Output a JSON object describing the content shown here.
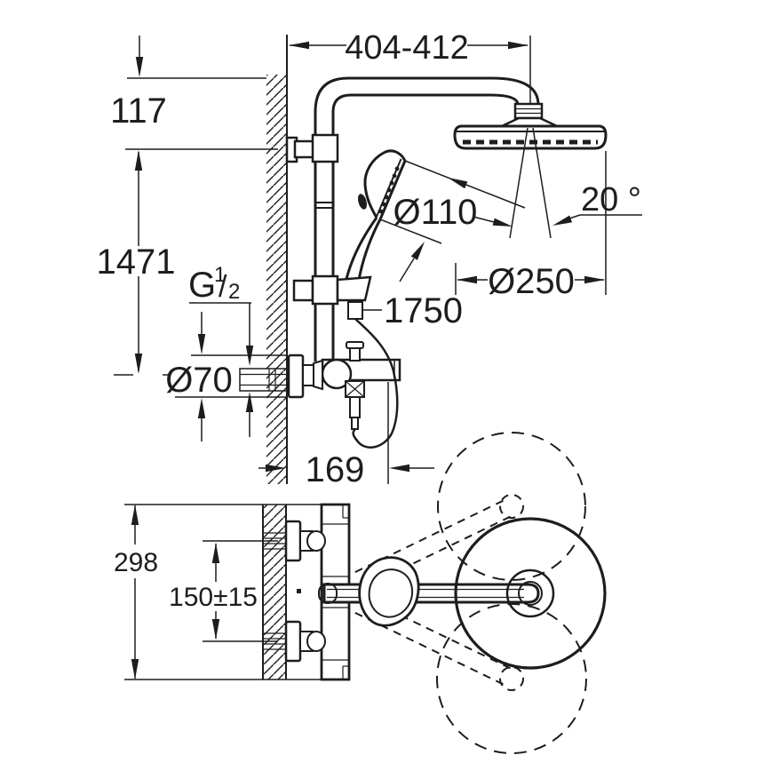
{
  "title": "Shower system technical dimension drawing",
  "colors": {
    "background": "#ffffff",
    "line": "#1d1d1b"
  },
  "dimensions": {
    "arm_reach": "404-412",
    "head_top_offset": "117",
    "outlet_to_head": "1471",
    "thread": {
      "letter": "G",
      "numerator": "1",
      "slash": "/",
      "denominator": "2"
    },
    "escutcheon_diameter": "Ø70",
    "hand_shower_diameter": "Ø110",
    "spray_angle": "20 °",
    "head_shower_diameter": "Ø250",
    "hose_length": "1750",
    "wall_to_outlet": "169",
    "valve_width": "298",
    "inlet_spacing": "150±15"
  }
}
